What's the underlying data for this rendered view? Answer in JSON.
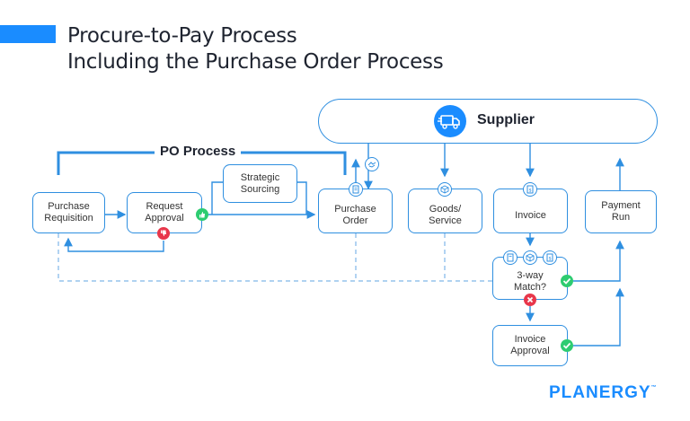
{
  "title": {
    "line1": "Procure-to-Pay Process",
    "line2": "Including the Purchase Order Process"
  },
  "po_process_label": "PO Process",
  "supplier_label": "Supplier",
  "nodes": {
    "purchase_requisition": [
      "Purchase",
      "Requisition"
    ],
    "request_approval": [
      "Request",
      "Approval"
    ],
    "strategic_sourcing": [
      "Strategic",
      "Sourcing"
    ],
    "purchase_order": [
      "Purchase",
      "Order"
    ],
    "goods_service": [
      "Goods/",
      "Service"
    ],
    "invoice": [
      "Invoice"
    ],
    "payment_run": [
      "Payment",
      "Run"
    ],
    "three_way_match": [
      "3-way",
      "Match?"
    ],
    "invoice_approval": [
      "Invoice",
      "Approval"
    ]
  },
  "brand": "PLANERGY",
  "brand_tm": "™",
  "colors": {
    "accent": "#1a8cff",
    "line": "#2f8fe0",
    "approve": "#2ecc71",
    "reject": "#e8374b"
  },
  "icons": [
    "truck-icon",
    "thumbs-up-icon",
    "thumbs-down-icon",
    "document-icon",
    "handshake-icon",
    "box-icon",
    "invoice-icon",
    "check-icon",
    "cross-icon"
  ]
}
